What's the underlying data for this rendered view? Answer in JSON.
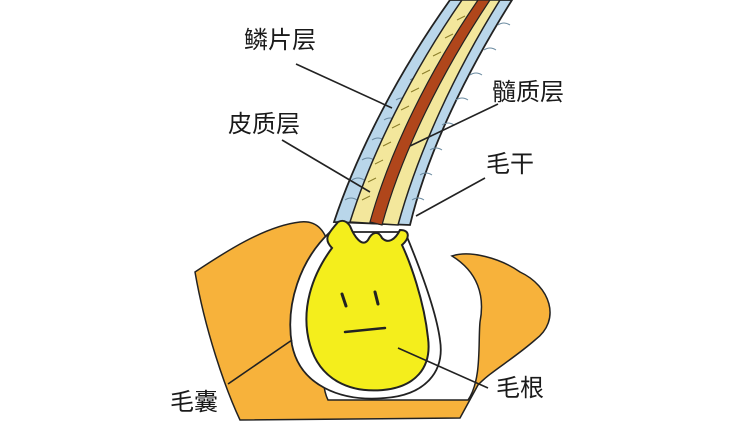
{
  "labels": {
    "cuticle": "鳞片层",
    "medulla": "髓质层",
    "cortex": "皮质层",
    "shaft": "毛干",
    "follicle": "毛囊",
    "root": "毛根"
  },
  "colors": {
    "follicle_tissue": "#f7b23b",
    "bulb": "#f4ee1c",
    "cuticle": "#b9d6ea",
    "cortex": "#f3e79c",
    "medulla": "#b0461b",
    "outline": "#222222"
  }
}
